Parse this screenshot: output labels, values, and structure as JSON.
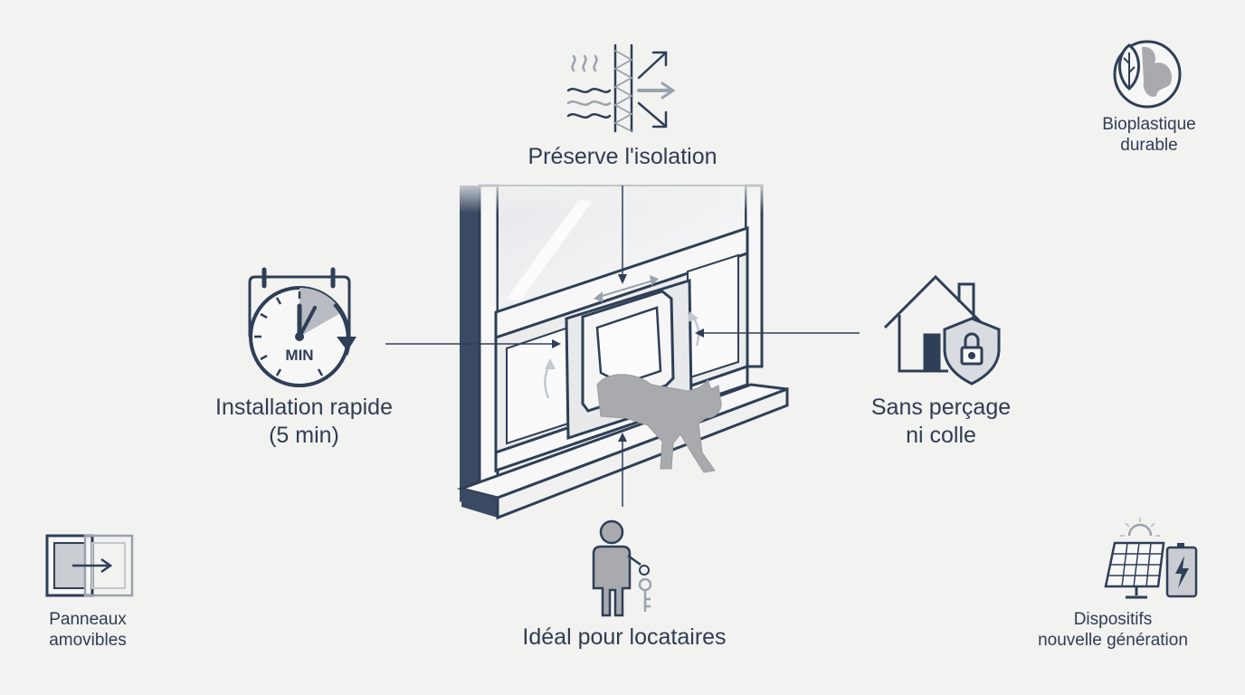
{
  "features": {
    "isolation": "Préserve l'isolation",
    "installation": [
      "Installation rapide",
      "(5 min)"
    ],
    "no_drilling": [
      "Sans perçage",
      "ni colle"
    ],
    "renters": "Idéal pour locataires",
    "bioplastic": [
      "Bioplastique",
      "durable"
    ],
    "removable_panels": [
      "Panneaux",
      "amovibles"
    ],
    "next_gen_devices": [
      "Dispositifs",
      "nouvelle génération"
    ]
  },
  "icons": {
    "clock_text": "MIN"
  },
  "colors": {
    "background": "#f2f2f1",
    "navy": "#2e3f57",
    "gray": "#9aa3ad",
    "light_gray": "#c3c8ce"
  }
}
